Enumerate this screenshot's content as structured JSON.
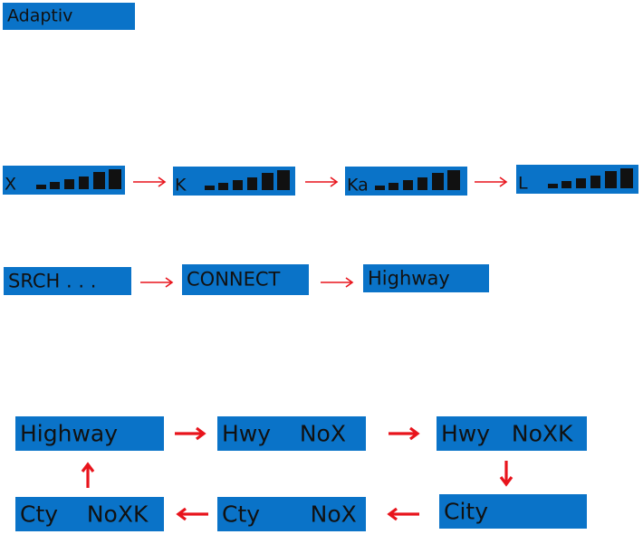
{
  "mode_label": "Adaptiv",
  "colors": {
    "box_fill": "#0a73c8",
    "text": "#111111",
    "arrow": "#e8141c"
  },
  "bands": [
    {
      "label": "X"
    },
    {
      "label": "K"
    },
    {
      "label": "Ka"
    },
    {
      "label": "L"
    }
  ],
  "status_sequence": [
    "SRCH . . .",
    "CONNECT",
    "Highway"
  ],
  "mode_cycle": {
    "highway": "Highway",
    "hwy_nox": "Hwy    NoX",
    "hwy_noxk": "Hwy   NoXK",
    "city": "City",
    "cty_nox": "Cty       NoX",
    "cty_noxk": "Cty    NoXK"
  }
}
